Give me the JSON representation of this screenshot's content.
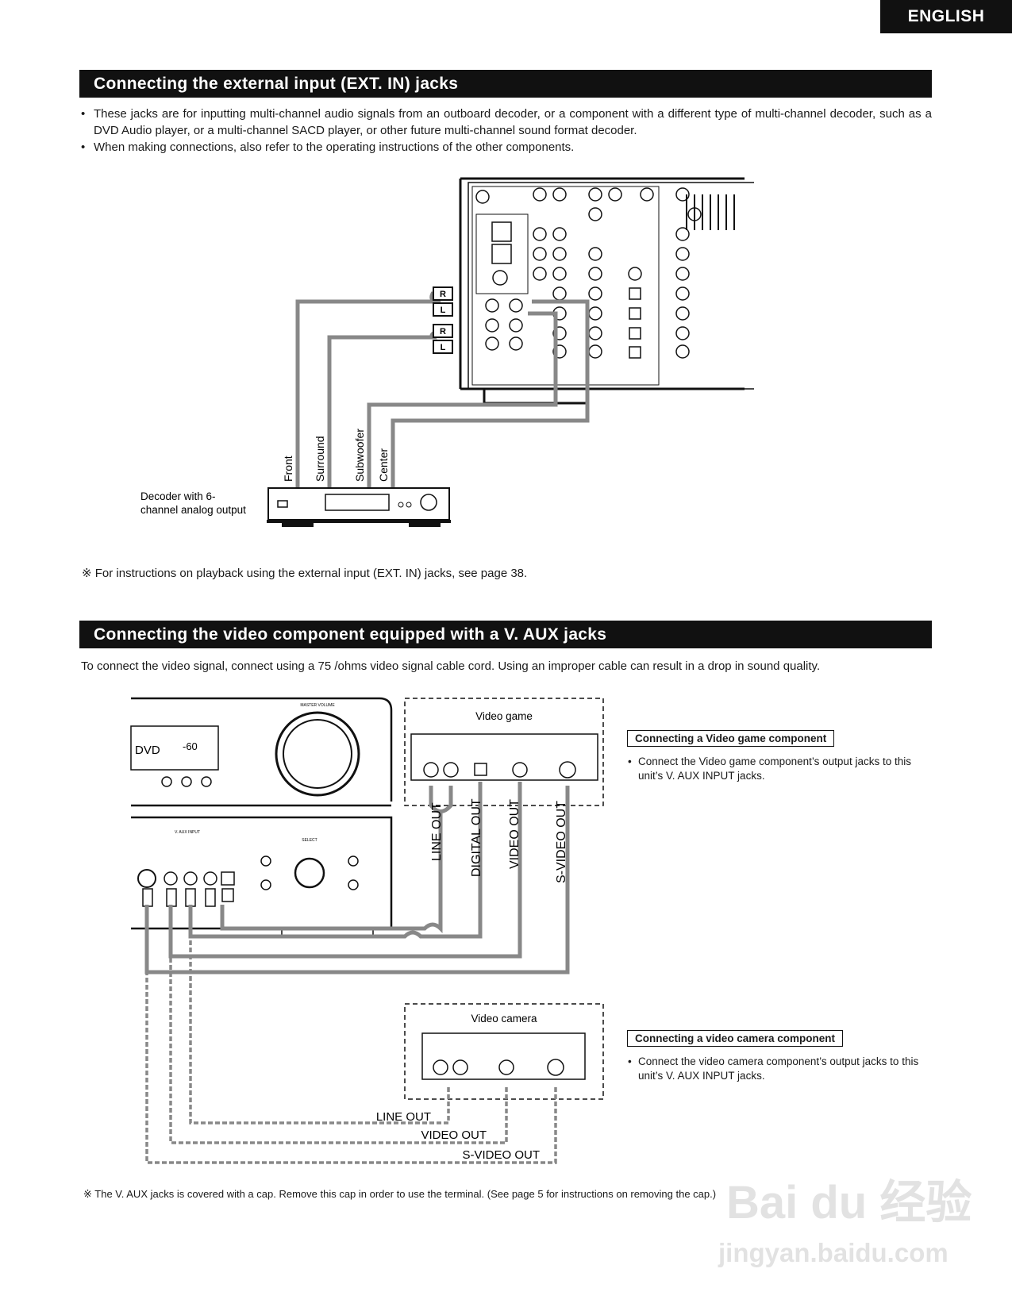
{
  "language_tab": "ENGLISH",
  "section1": {
    "title": "Connecting the external input (EXT. IN) jacks",
    "bullets": [
      "These jacks are for inputting multi-channel audio signals from an outboard decoder, or a component with a different type of multi-channel decoder, such as a DVD Audio player, or a multi-channel SACD player, or other future multi-channel sound format decoder.",
      "When making connections, also refer to the operating instructions of the other components."
    ],
    "cable_labels": [
      "Front",
      "Surround",
      "Subwoofer",
      "Center"
    ],
    "decoder_label_line1": "Decoder with 6-",
    "decoder_label_line2": "channel analog output",
    "note": "※ For instructions on playback using the external input (EXT. IN) jacks, see page 38."
  },
  "section2": {
    "title": "Connecting the video component equipped with a V. AUX jacks",
    "intro": "To connect the video signal, connect using a 75    /ohms video signal cable cord. Using an improper cable can result in a drop in sound quality.",
    "video_game_label": "Video game",
    "video_game_outputs": [
      "LINE OUT",
      "DIGITAL OUT",
      "VIDEO OUT",
      "S-VIDEO OUT"
    ],
    "video_camera_label": "Video camera",
    "video_camera_outputs": [
      "LINE OUT",
      "VIDEO OUT",
      "S-VIDEO OUT"
    ],
    "box_game": {
      "title": "Connecting a Video game component",
      "desc": "Connect the Video game component’s output jacks to this unit’s V. AUX INPUT jacks."
    },
    "box_camera": {
      "title": "Connecting a video camera component",
      "desc": "Connect the video camera component’s output jacks to this unit’s V. AUX INPUT jacks."
    },
    "front_panel": {
      "display_text": "DVD",
      "volume_text": "-60",
      "master_volume": "MASTER VOLUME",
      "select": "SELECT",
      "v_aux_input": "V. AUX INPUT"
    },
    "note": "※ The V. AUX jacks is covered with a cap.  Remove this cap in order to use the terminal.  (See page 5 for instructions on removing the cap.)"
  },
  "watermark": {
    "line1": "Bai du 经验",
    "line2": "jingyan.baidu.com"
  },
  "colors": {
    "bar": "#111111",
    "cable": "#888888"
  }
}
